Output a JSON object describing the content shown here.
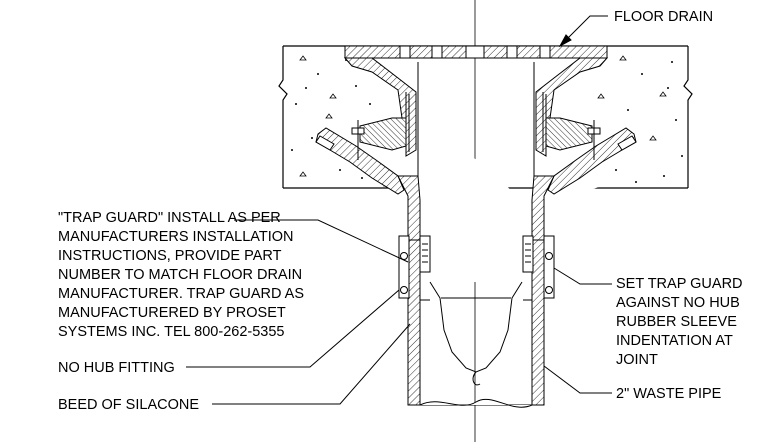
{
  "callouts": {
    "floor_drain": "FLOOR DRAIN",
    "trap_guard_note": [
      "\"TRAP GUARD\" INSTALL AS PER",
      "MANUFACTURERS INSTALLATION",
      "INSTRUCTIONS, PROVIDE PART",
      "NUMBER TO MATCH FLOOR DRAIN",
      "MANUFACTURER. TRAP GUARD AS",
      "MANUFACTURERED BY PROSET",
      "SYSTEMS INC. TEL 800-262-5355"
    ],
    "no_hub_fitting": "NO HUB FITTING",
    "bead_of_silicone": "BEED OF SILACONE",
    "set_trap_guard_note": [
      "SET TRAP GUARD",
      "AGAINST NO HUB",
      "RUBBER SLEEVE",
      "INDENTATION AT",
      "JOINT"
    ],
    "waste_pipe": "2\" WASTE PIPE"
  }
}
